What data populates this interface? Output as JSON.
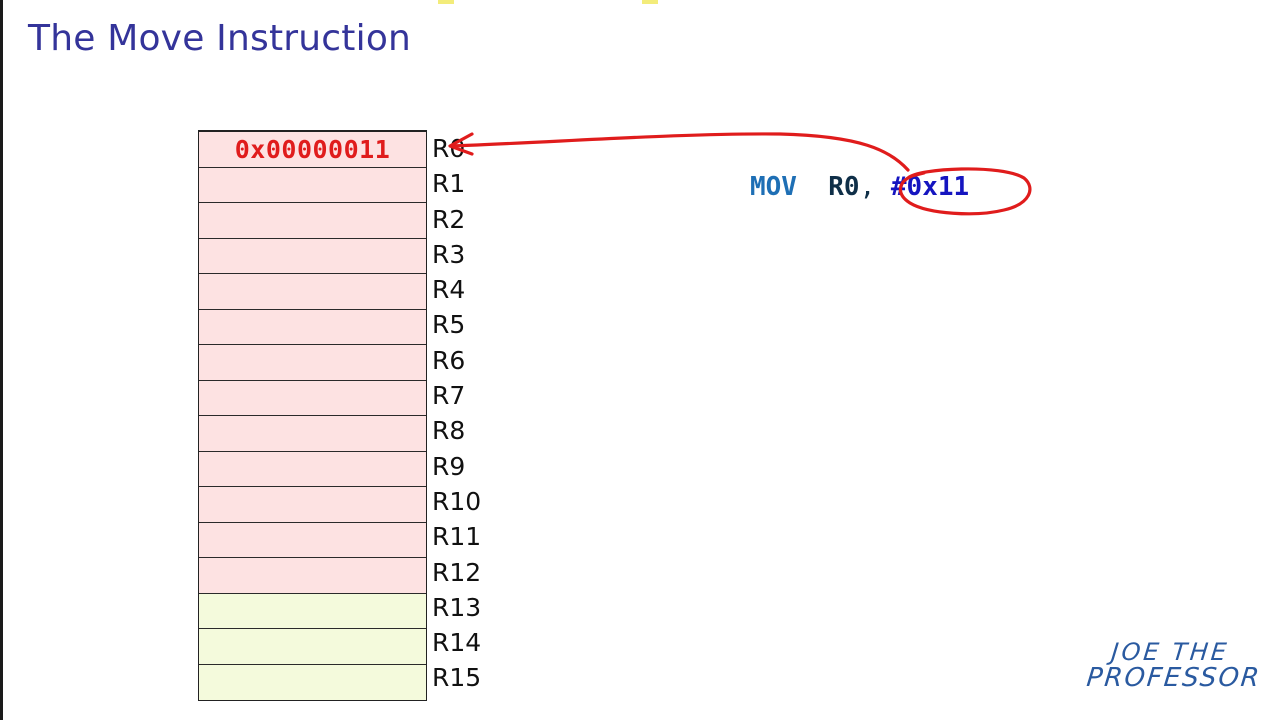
{
  "slide": {
    "title": "The Move Instruction"
  },
  "registers": [
    {
      "name": "R0",
      "value": "0x00000011",
      "kind": "general"
    },
    {
      "name": "R1",
      "value": "",
      "kind": "general"
    },
    {
      "name": "R2",
      "value": "",
      "kind": "general"
    },
    {
      "name": "R3",
      "value": "",
      "kind": "general"
    },
    {
      "name": "R4",
      "value": "",
      "kind": "general"
    },
    {
      "name": "R5",
      "value": "",
      "kind": "general"
    },
    {
      "name": "R6",
      "value": "",
      "kind": "general"
    },
    {
      "name": "R7",
      "value": "",
      "kind": "general"
    },
    {
      "name": "R8",
      "value": "",
      "kind": "general"
    },
    {
      "name": "R9",
      "value": "",
      "kind": "general"
    },
    {
      "name": "R10",
      "value": "",
      "kind": "general"
    },
    {
      "name": "R11",
      "value": "",
      "kind": "general"
    },
    {
      "name": "R12",
      "value": "",
      "kind": "general"
    },
    {
      "name": "R13",
      "value": "",
      "kind": "special"
    },
    {
      "name": "R14",
      "value": "",
      "kind": "special"
    },
    {
      "name": "R15",
      "value": "",
      "kind": "special"
    }
  ],
  "instruction": {
    "opcode": "MOV",
    "destination": "R0",
    "separator": ",",
    "immediate": "#0x11"
  },
  "signature": {
    "line1": "Joe the",
    "line2": "Professor"
  },
  "colors": {
    "title": "#34349a",
    "general_register_fill": "#fde2e2",
    "special_register_fill": "#f4fadc",
    "annotation_red": "#e01c1c",
    "opcode_blue": "#1e6fb5",
    "immediate_blue": "#1515c0"
  }
}
